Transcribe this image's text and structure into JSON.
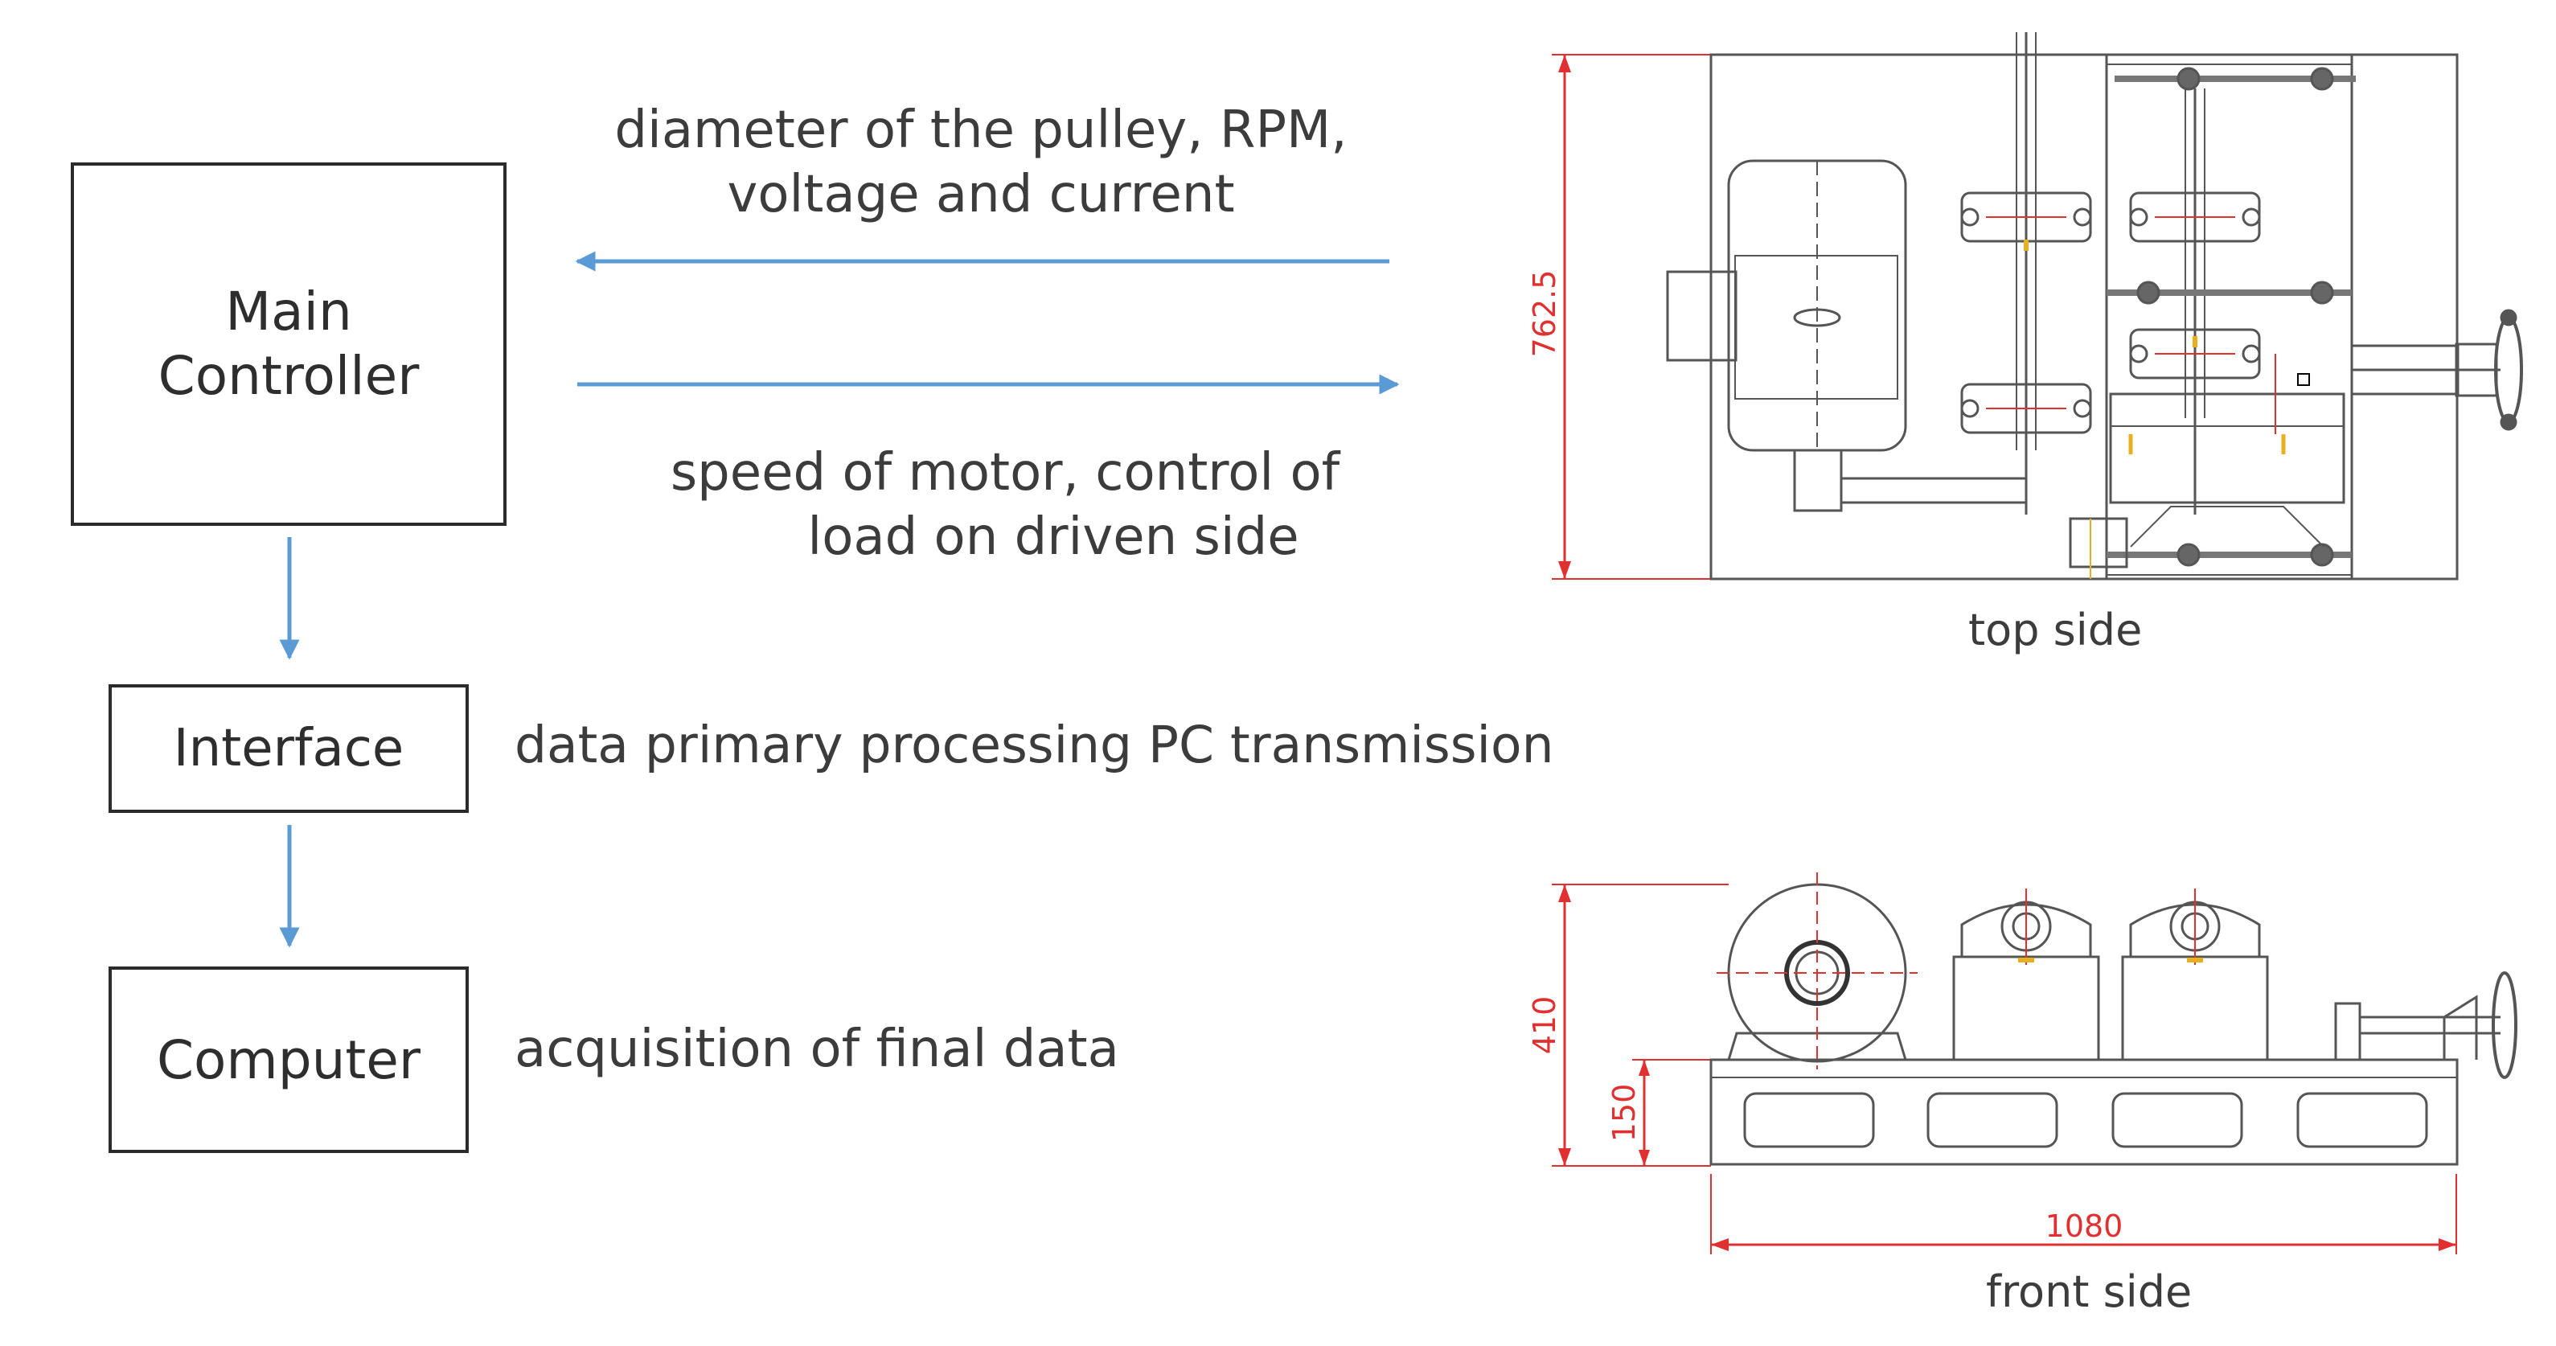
{
  "blocks": {
    "main_controller": [
      "Main",
      "Controller"
    ],
    "interface": "Interface",
    "computer": "Computer"
  },
  "labels": {
    "upper_arrow": [
      "diameter of the pulley, RPM,",
      "voltage and current"
    ],
    "lower_arrow": [
      "speed of motor, control of",
      "load on driven side"
    ],
    "interface_note": "data primary processing PC transmission",
    "computer_note": "acquisition of final data"
  },
  "drawing": {
    "top_view": {
      "caption": "top side",
      "height_dim": "762.5"
    },
    "front_view": {
      "caption": "front side",
      "height_dim": "410",
      "base_dim": "150",
      "width_dim": "1080"
    }
  },
  "colors": {
    "arrow": "#5b9bd5",
    "dimension": "#e03030",
    "line": "#555555",
    "accent": "#e8b020"
  }
}
